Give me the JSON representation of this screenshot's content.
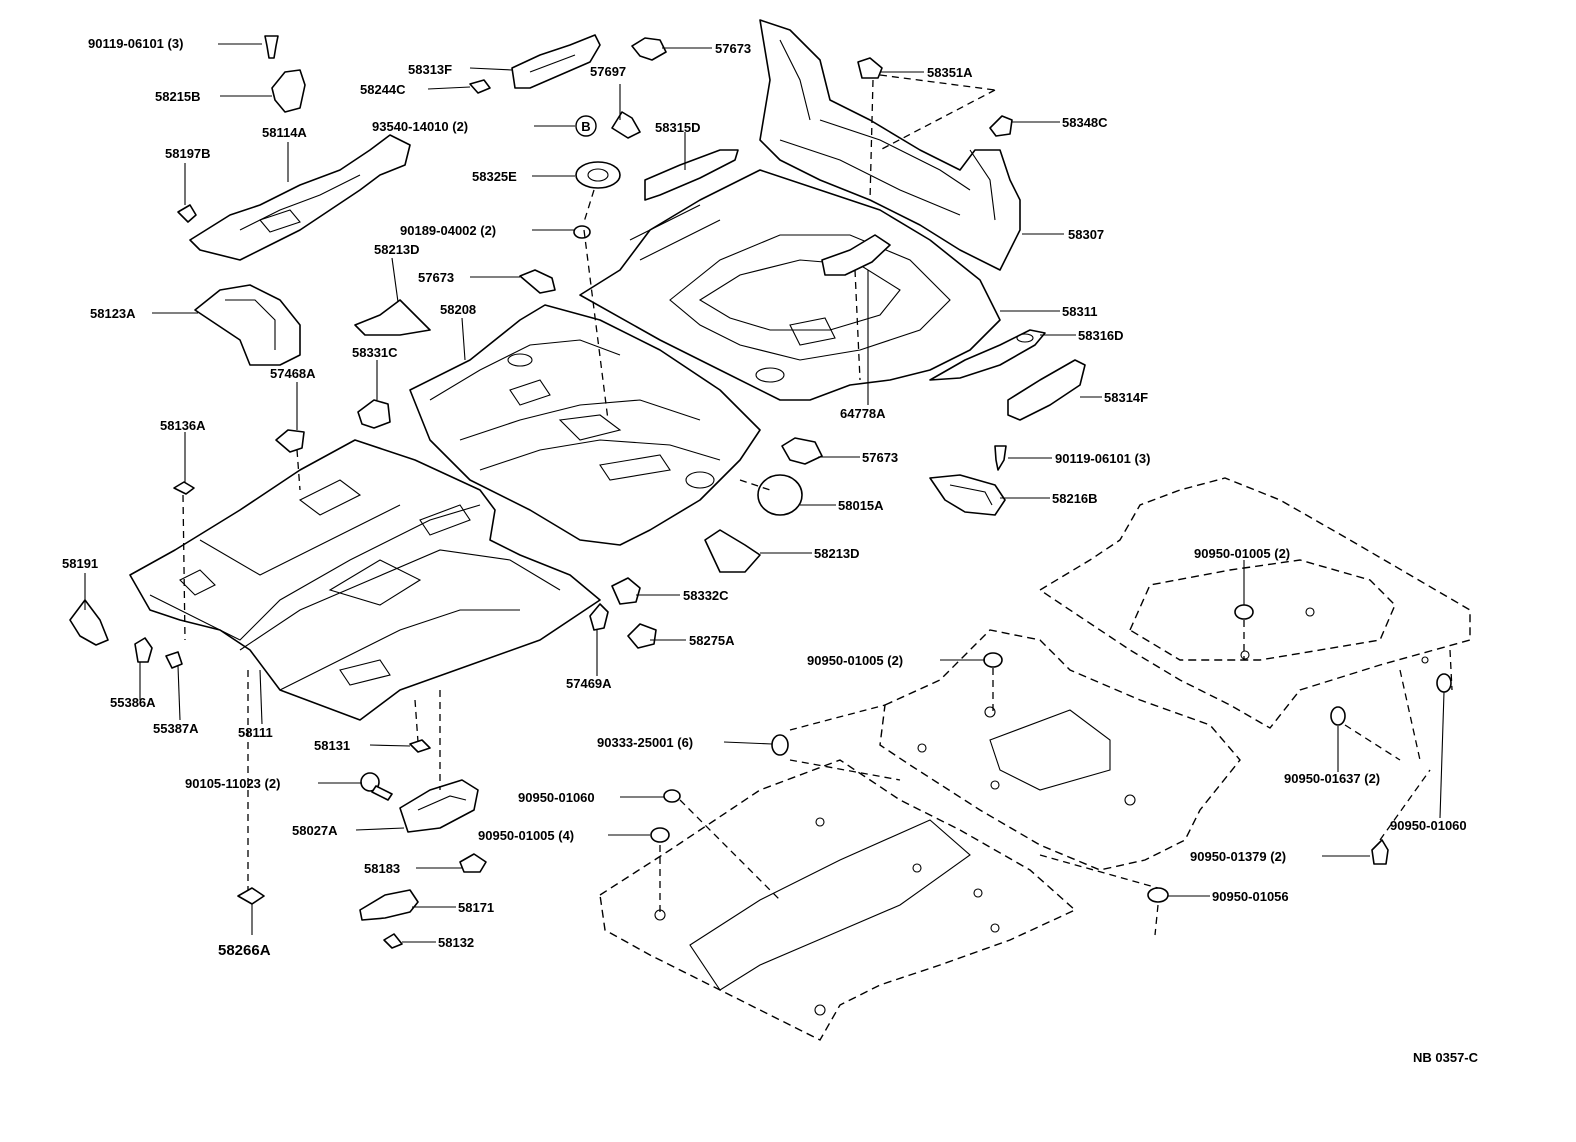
{
  "diagram": {
    "code": "NB 0357-C",
    "labels": {
      "l01": "90119-06101 (3)",
      "l02": "58215B",
      "l03": "58313F",
      "l04": "58244C",
      "l05": "57673",
      "l06": "57697",
      "l07": "58351A",
      "l08": "93540-14010 (2)",
      "l09": "58315D",
      "l10": "58348C",
      "l11": "58114A",
      "l12": "58197B",
      "l13": "58325E",
      "l14": "90189-04002 (2)",
      "l15": "58307",
      "l16": "58213D",
      "l17": "57673",
      "l18": "58123A",
      "l19": "58208",
      "l20": "58311",
      "l21": "58316D",
      "l22": "58331C",
      "l23": "57468A",
      "l24": "64778A",
      "l25": "58314F",
      "l26": "58136A",
      "l27": "57673",
      "l28": "90119-06101 (3)",
      "l29": "58015A",
      "l30": "58216B",
      "l31": "58213D",
      "l32": "58191",
      "l33": "90950-01005 (2)",
      "l34": "58332C",
      "l35": "58275A",
      "l36": "90950-01005 (2)",
      "l37": "55386A",
      "l38": "57469A",
      "l39": "55387A",
      "l40": "58111",
      "l41": "58131",
      "l42": "90333-25001 (6)",
      "l43": "90105-11023 (2)",
      "l44": "90950-01060",
      "l45": "90950-01637 (2)",
      "l46": "58027A",
      "l47": "90950-01005 (4)",
      "l48": "90950-01060",
      "l49": "58183",
      "l50": "90950-01379 (2)",
      "l51": "58171",
      "l52": "90950-01056",
      "l53": "58132",
      "l54": "58266A",
      "b_marker": "B"
    }
  }
}
